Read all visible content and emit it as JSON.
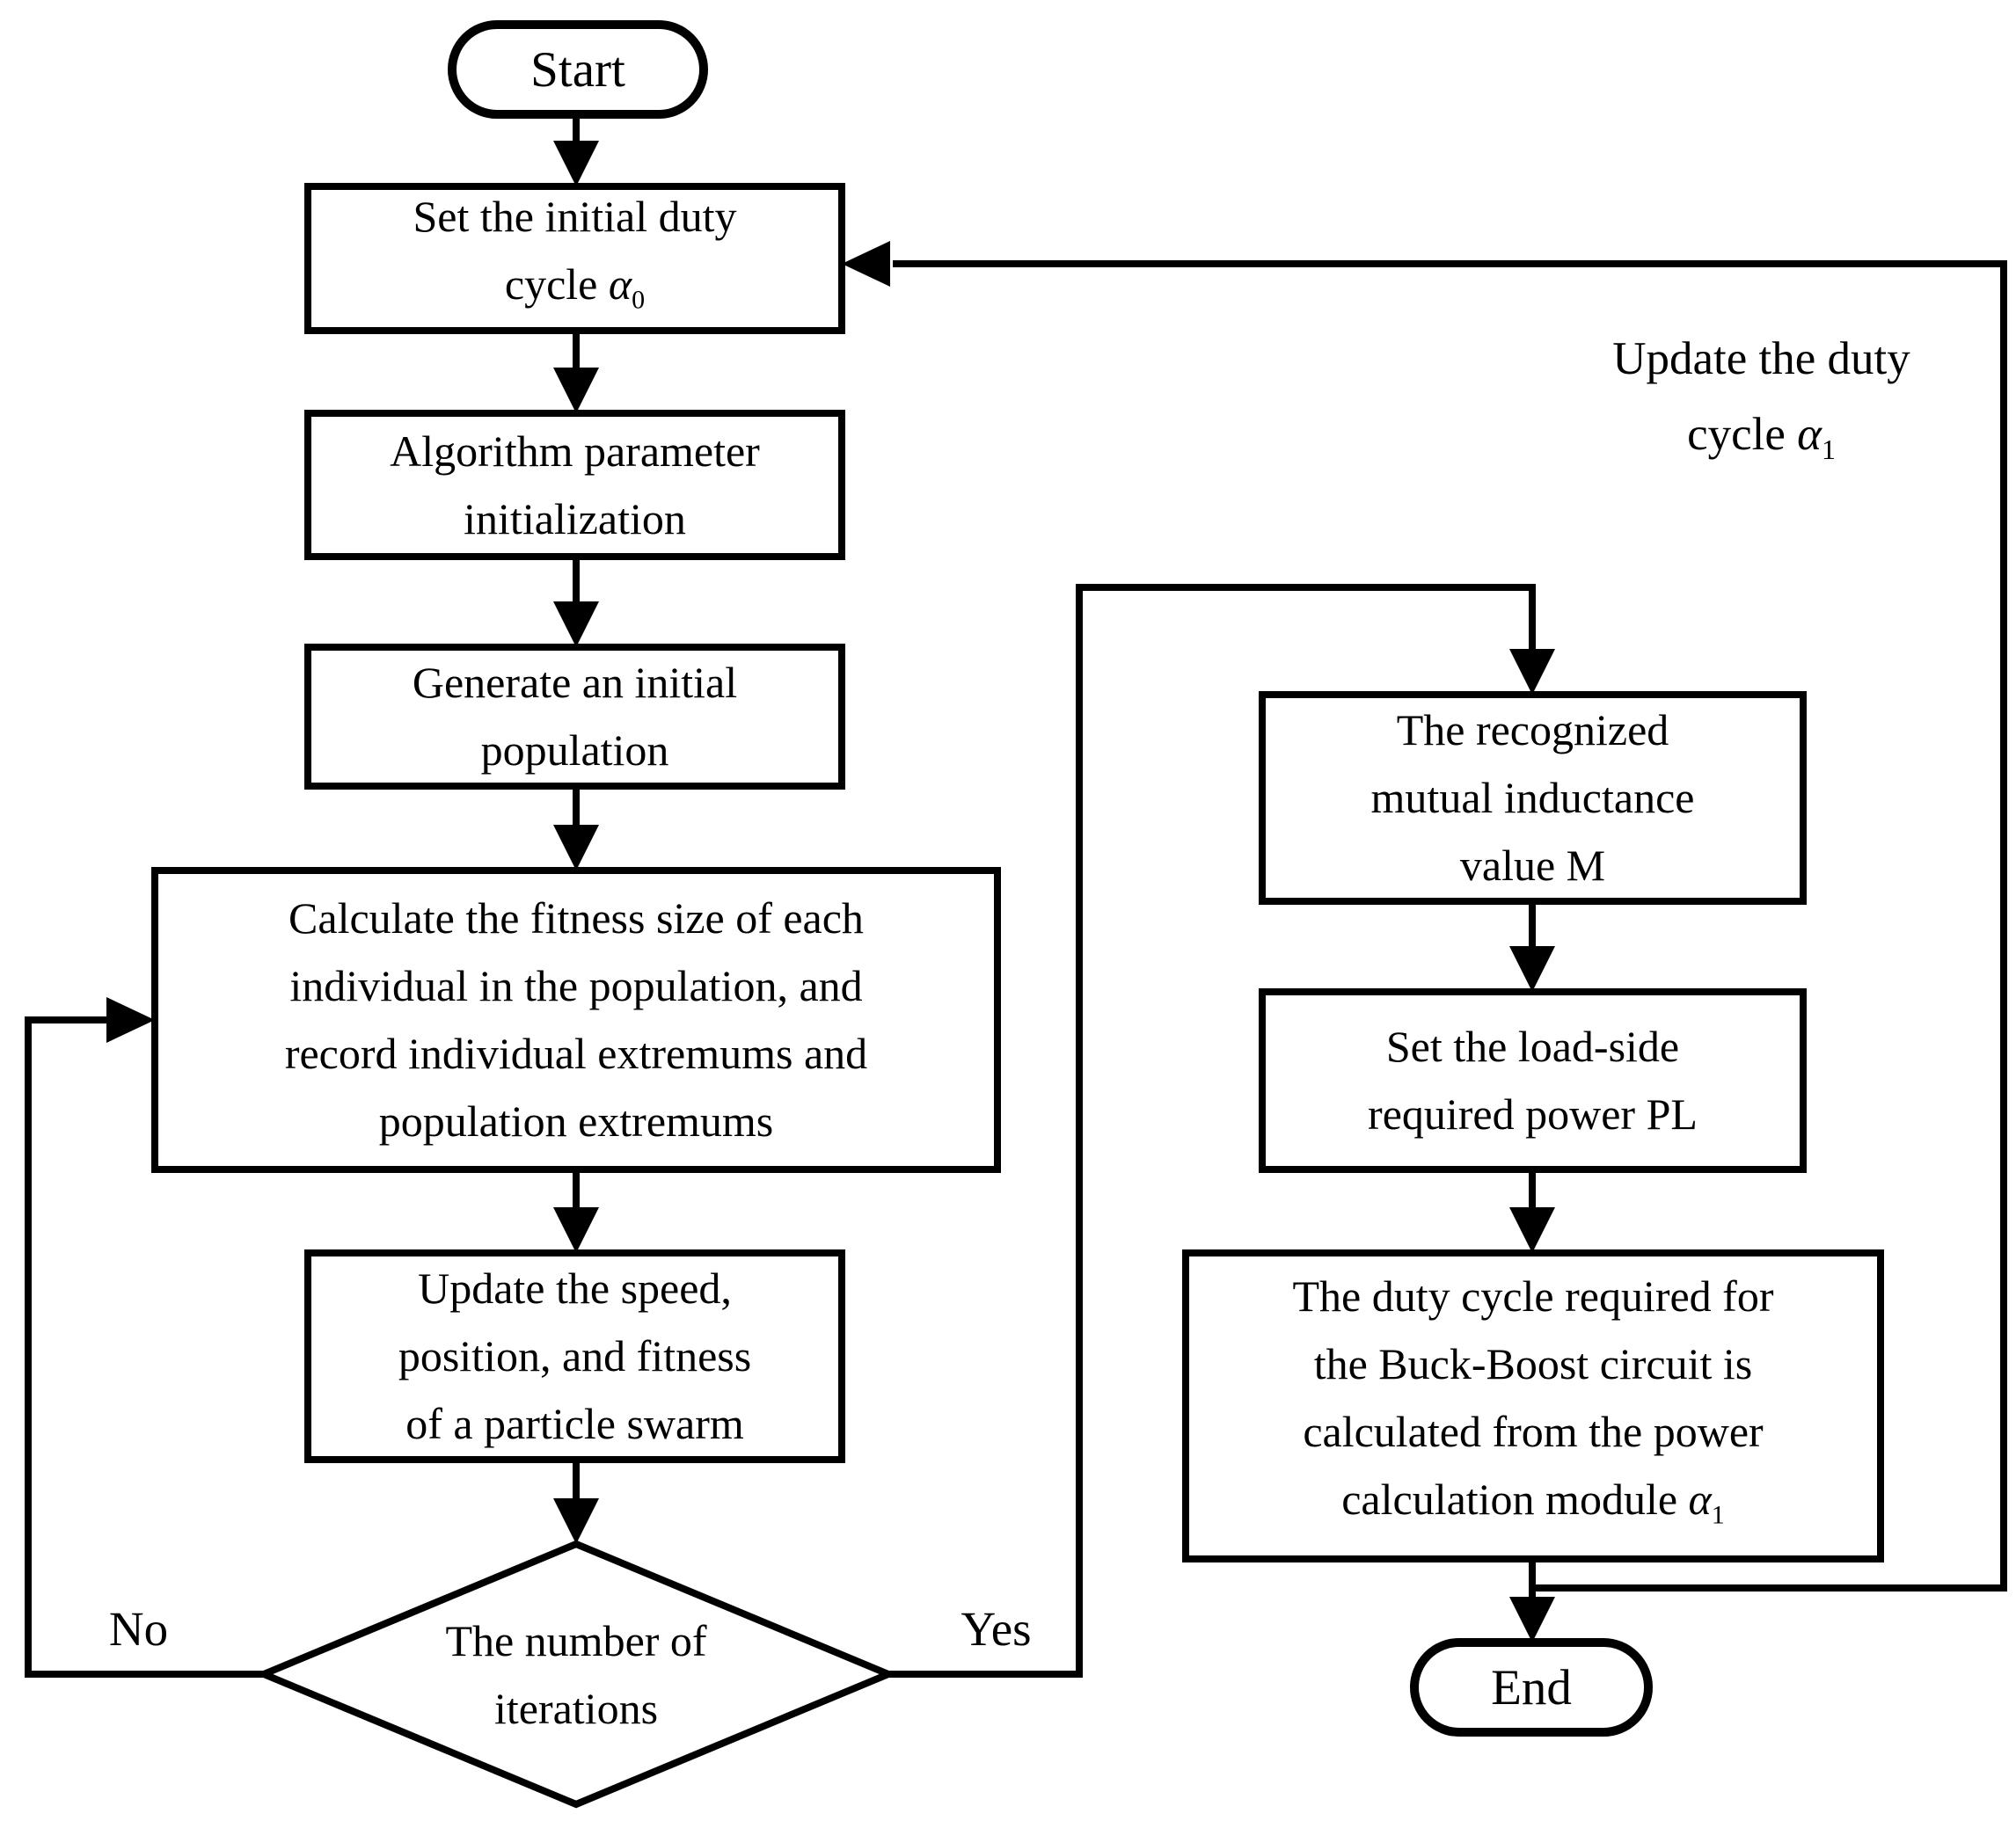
{
  "colors": {
    "ink": "#000000",
    "background": "#ffffff"
  },
  "nodes": {
    "start": {
      "type": "terminator",
      "label": [
        [
          {
            "t": "Start"
          }
        ]
      ]
    },
    "set_initial_duty_cycle": {
      "type": "process",
      "label": [
        [
          {
            "t": "Set the initial duty"
          }
        ],
        [
          {
            "t": "cycle "
          },
          {
            "t": "α",
            "i": true
          },
          {
            "t": "0",
            "sub": true
          }
        ]
      ]
    },
    "algorithm_parameter_initialization": {
      "type": "process",
      "label": [
        [
          {
            "t": "Algorithm parameter"
          }
        ],
        [
          {
            "t": "initialization"
          }
        ]
      ]
    },
    "generate_initial_population": {
      "type": "process",
      "label": [
        [
          {
            "t": "Generate an initial"
          }
        ],
        [
          {
            "t": "population"
          }
        ]
      ]
    },
    "calculate_fitness": {
      "type": "process",
      "label": [
        [
          {
            "t": "Calculate the fitness size of each"
          }
        ],
        [
          {
            "t": "individual in the population, and"
          }
        ],
        [
          {
            "t": "record individual extremums and"
          }
        ],
        [
          {
            "t": "population extremums"
          }
        ]
      ]
    },
    "update_particle_swarm": {
      "type": "process",
      "label": [
        [
          {
            "t": "Update the speed,"
          }
        ],
        [
          {
            "t": "position, and fitness"
          }
        ],
        [
          {
            "t": "of a particle swarm"
          }
        ]
      ]
    },
    "iteration_check": {
      "type": "decision",
      "label": [
        [
          {
            "t": "The number of"
          }
        ],
        [
          {
            "t": "iterations"
          }
        ]
      ]
    },
    "recognized_mutual_inductance": {
      "type": "process",
      "label": [
        [
          {
            "t": "The recognized"
          }
        ],
        [
          {
            "t": "mutual inductance"
          }
        ],
        [
          {
            "t": "value M"
          }
        ]
      ]
    },
    "set_load_side_power": {
      "type": "process",
      "label": [
        [
          {
            "t": "Set the load-side"
          }
        ],
        [
          {
            "t": "required power PL"
          }
        ]
      ]
    },
    "duty_cycle_from_power_module": {
      "type": "process",
      "label": [
        [
          {
            "t": "The duty cycle required for"
          }
        ],
        [
          {
            "t": "the Buck-Boost circuit is"
          }
        ],
        [
          {
            "t": "calculated from the power"
          }
        ],
        [
          {
            "t": "calculation module "
          },
          {
            "t": "α",
            "i": true
          },
          {
            "t": "1",
            "sub": true
          }
        ]
      ]
    },
    "end": {
      "type": "terminator",
      "label": [
        [
          {
            "t": "End"
          }
        ]
      ]
    }
  },
  "edge_labels": {
    "no": "No",
    "yes": "Yes"
  },
  "annotations": {
    "update_duty_cycle": {
      "label": [
        [
          {
            "t": "Update the duty"
          }
        ],
        [
          {
            "t": "cycle "
          },
          {
            "t": "α",
            "i": true
          },
          {
            "t": "1",
            "sub": true
          }
        ]
      ]
    }
  }
}
